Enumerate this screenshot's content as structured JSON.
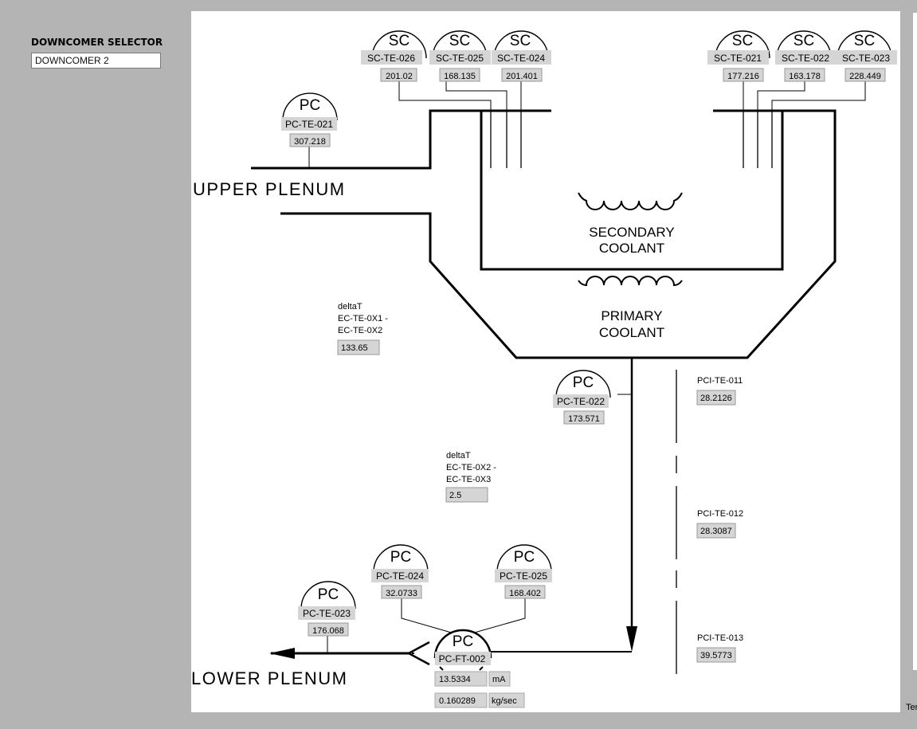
{
  "selector": {
    "label": "DOWNCOMER SELECTOR",
    "value": "DOWNCOMER 2"
  },
  "labels": {
    "upper_plenum": "UPPER  PLENUM",
    "lower_plenum": "LOWER  PLENUM",
    "secondary_1": "SECONDARY",
    "secondary_2": "COOLANT",
    "primary_1": "PRIMARY",
    "primary_2": "COOLANT"
  },
  "sensors": {
    "sc_te_026": {
      "type": "SC",
      "tag": "SC-TE-026",
      "value": "201.02"
    },
    "sc_te_025": {
      "type": "SC",
      "tag": "SC-TE-025",
      "value": "168.135"
    },
    "sc_te_024": {
      "type": "SC",
      "tag": "SC-TE-024",
      "value": "201.401"
    },
    "sc_te_021": {
      "type": "SC",
      "tag": "SC-TE-021",
      "value": "177.216"
    },
    "sc_te_022": {
      "type": "SC",
      "tag": "SC-TE-022",
      "value": "163.178"
    },
    "sc_te_023": {
      "type": "SC",
      "tag": "SC-TE-023",
      "value": "228.449"
    },
    "pc_te_021": {
      "type": "PC",
      "tag": "PC-TE-021",
      "value": "307.218"
    },
    "pc_te_022": {
      "type": "PC",
      "tag": "PC-TE-022",
      "value": "173.571"
    },
    "pc_te_024": {
      "type": "PC",
      "tag": "PC-TE-024",
      "value": "32.0733"
    },
    "pc_te_025": {
      "type": "PC",
      "tag": "PC-TE-025",
      "value": "168.402"
    },
    "pc_te_023": {
      "type": "PC",
      "tag": "PC-TE-023",
      "value": "176.068"
    }
  },
  "flow_meter": {
    "type": "PC",
    "tag": "PC-FT-002",
    "current_value": "13.5334",
    "current_unit": "mA",
    "flow_value": "0.160289",
    "flow_unit": "kg/sec"
  },
  "delta_1": {
    "line1": "deltaT",
    "line2": "EC-TE-0X1 -",
    "line3": "EC-TE-0X2",
    "value": "133.65"
  },
  "delta_2": {
    "line1": "deltaT",
    "line2": "EC-TE-0X2 -",
    "line3": "EC-TE-0X3",
    "value": "2.5"
  },
  "pci": {
    "te_011": {
      "tag": "PCI-TE-011",
      "value": "28.2126"
    },
    "te_012": {
      "tag": "PCI-TE-012",
      "value": "28.3087"
    },
    "te_013": {
      "tag": "PCI-TE-013",
      "value": "39.5773"
    }
  },
  "footer_text": "Ter"
}
